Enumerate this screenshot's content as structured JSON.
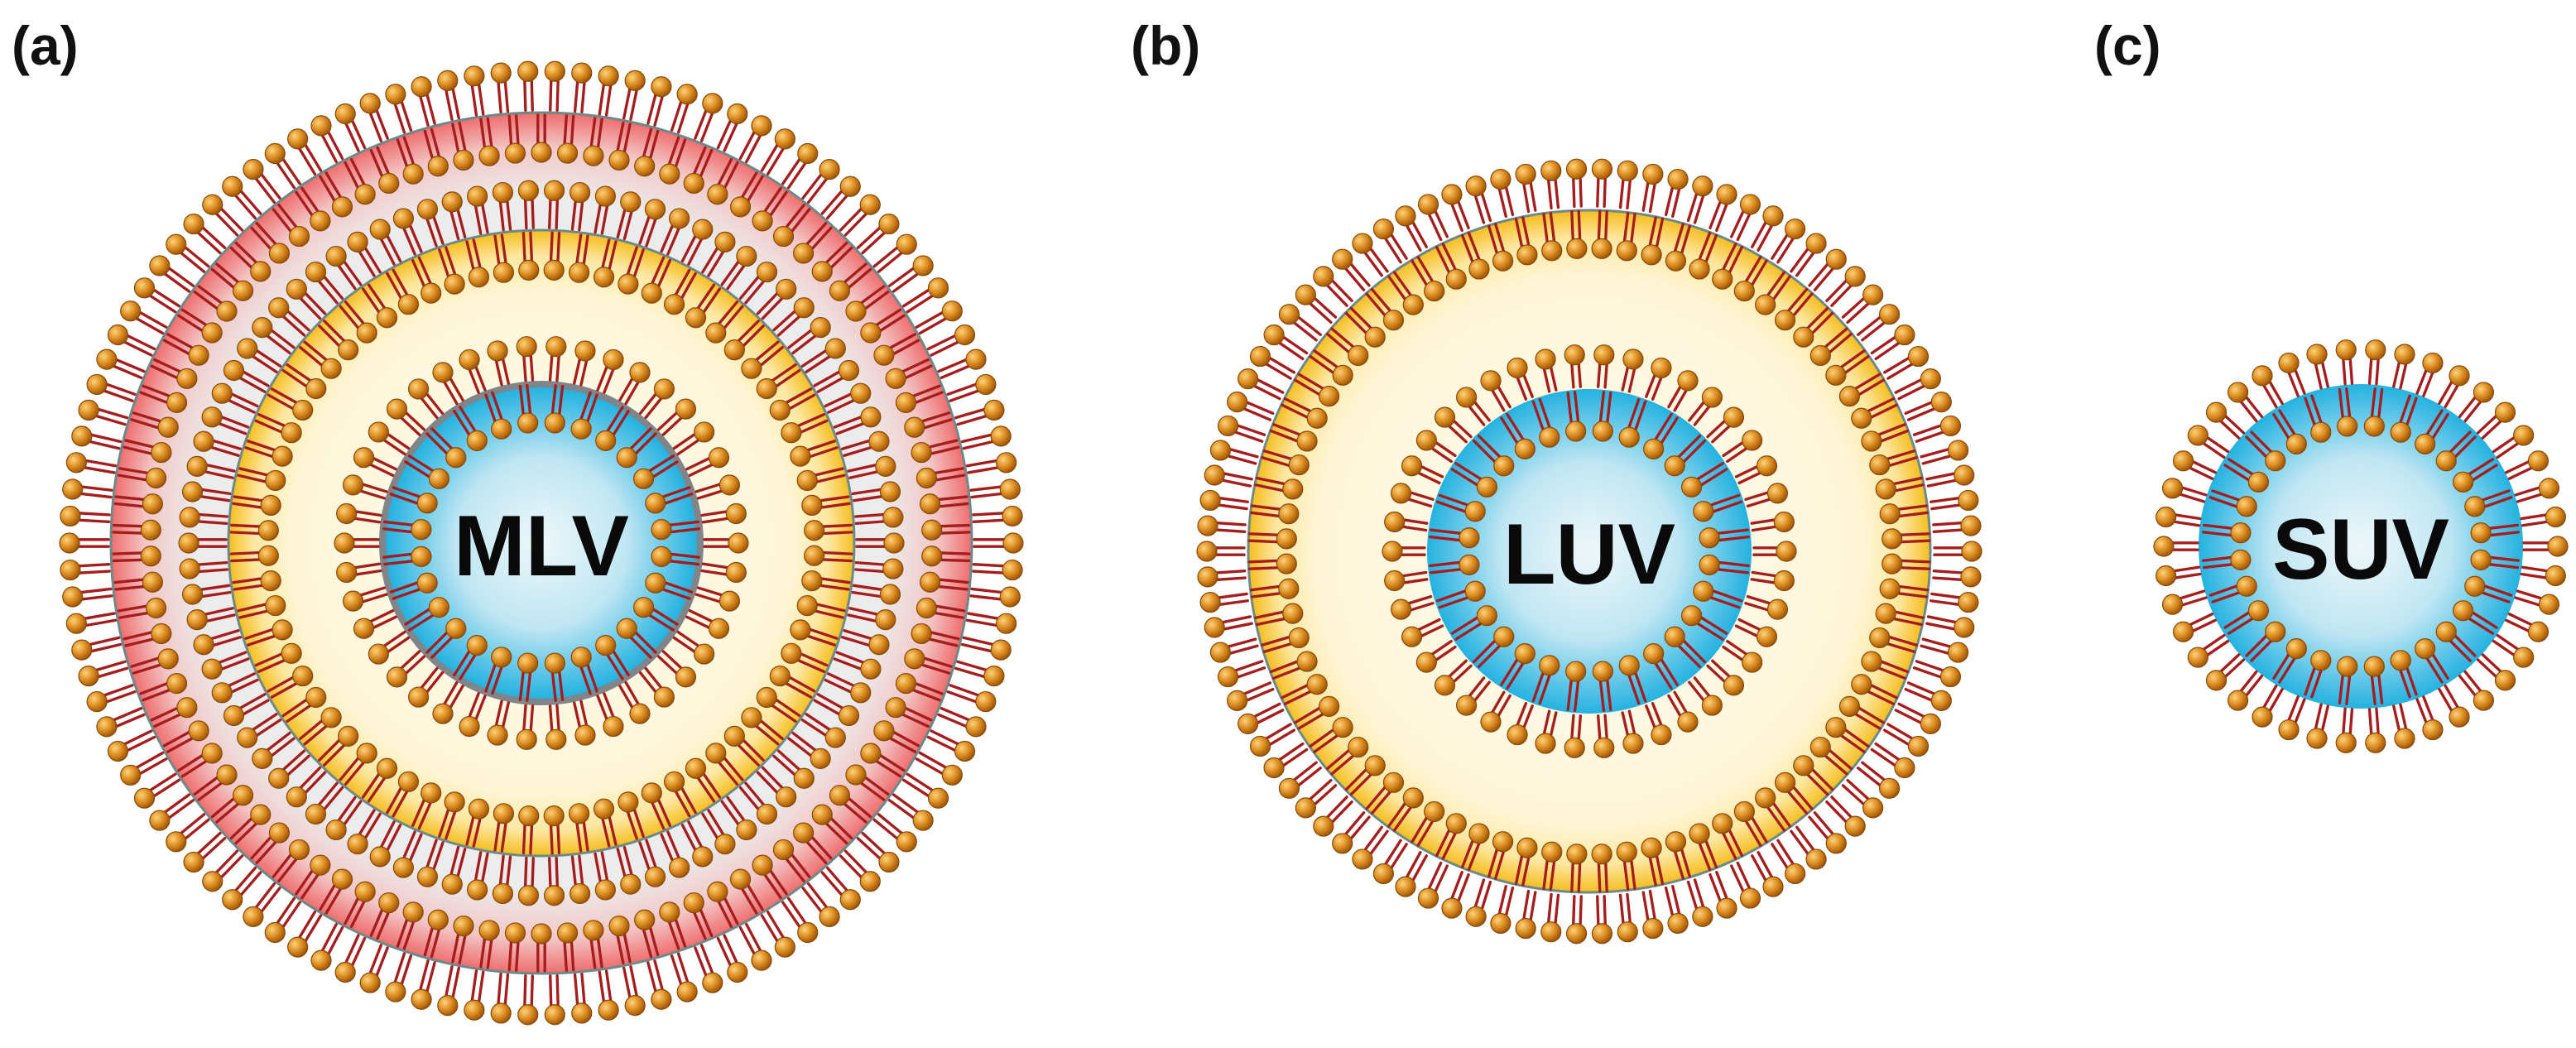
{
  "panels": [
    {
      "id": "a",
      "tag": "(a)",
      "center_label": "MLV"
    },
    {
      "id": "b",
      "tag": "(b)",
      "center_label": "LUV"
    },
    {
      "id": "c",
      "tag": "(c)",
      "center_label": "SUV"
    }
  ],
  "colors": {
    "lipid_head": "#d07a12",
    "lipid_head_highlight": "#ffd27a",
    "lipid_tail": "#a51d1d",
    "outer_lamella_band": "#f07070",
    "middle_lamella_band": "#f6c326",
    "aqueous_core": "#29b6e3",
    "core_center": "#e8f6fb",
    "background": "#ffffff"
  }
}
